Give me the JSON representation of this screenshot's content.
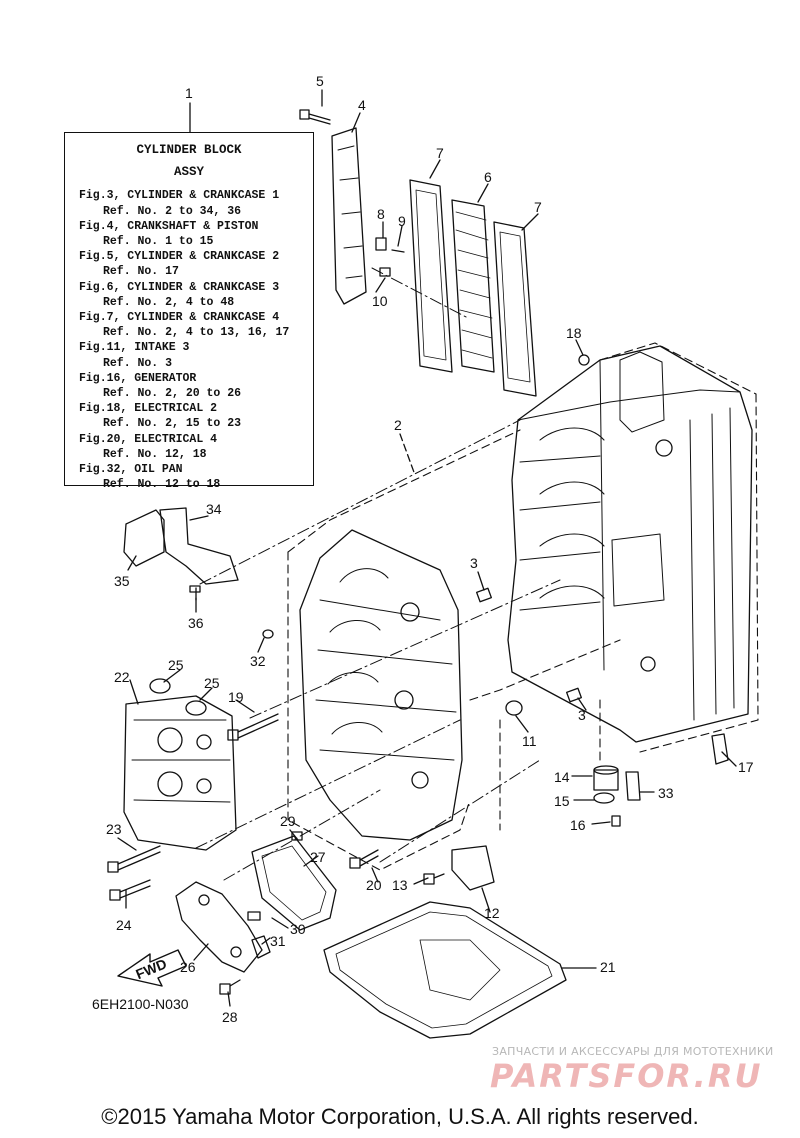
{
  "infobox": {
    "title": "CYLINDER BLOCK",
    "subtitle": "ASSY",
    "lines": [
      "Fig.3, CYLINDER & CRANKCASE 1",
      "Ref. No. 2 to 34, 36",
      "Fig.4, CRANKSHAFT & PISTON",
      "Ref. No. 1 to 15",
      "Fig.5, CYLINDER & CRANKCASE 2",
      "Ref. No. 17",
      "Fig.6, CYLINDER & CRANKCASE 3",
      "Ref. No. 2, 4 to 48",
      "Fig.7, CYLINDER & CRANKCASE 4",
      "Ref. No. 2, 4 to 13, 16, 17",
      "Fig.11, INTAKE 3",
      "Ref. No. 3",
      "Fig.16, GENERATOR",
      "Ref. No. 2, 20 to 26",
      "Fig.18, ELECTRICAL 2",
      "Ref. No. 2, 15 to 23",
      "Fig.20, ELECTRICAL 4",
      "Ref. No. 12, 18",
      "Fig.32, OIL PAN",
      "Ref. No. 12 to 18"
    ]
  },
  "callouts": [
    "1",
    "2",
    "3",
    "3",
    "4",
    "5",
    "6",
    "7",
    "7",
    "8",
    "9",
    "10",
    "11",
    "12",
    "13",
    "14",
    "15",
    "16",
    "17",
    "18",
    "19",
    "20",
    "21",
    "22",
    "23",
    "24",
    "25",
    "25",
    "26",
    "27",
    "28",
    "29",
    "30",
    "31",
    "32",
    "33",
    "34",
    "35",
    "36"
  ],
  "fwd_label": "FWD",
  "diagram_code": "6EH2100-N030",
  "watermark": {
    "line1": "ЗАПЧАСТИ И АКСЕССУАРЫ ДЛЯ МОТОТЕХНИКИ",
    "line2": "PARTSFOR.RU"
  },
  "copyright": "©2015 Yamaha Motor Corporation, U.S.A. All rights reserved.",
  "colors": {
    "ink": "#111111",
    "watermark_red": "#efb6b6",
    "watermark_gray": "#b7b7b7"
  }
}
